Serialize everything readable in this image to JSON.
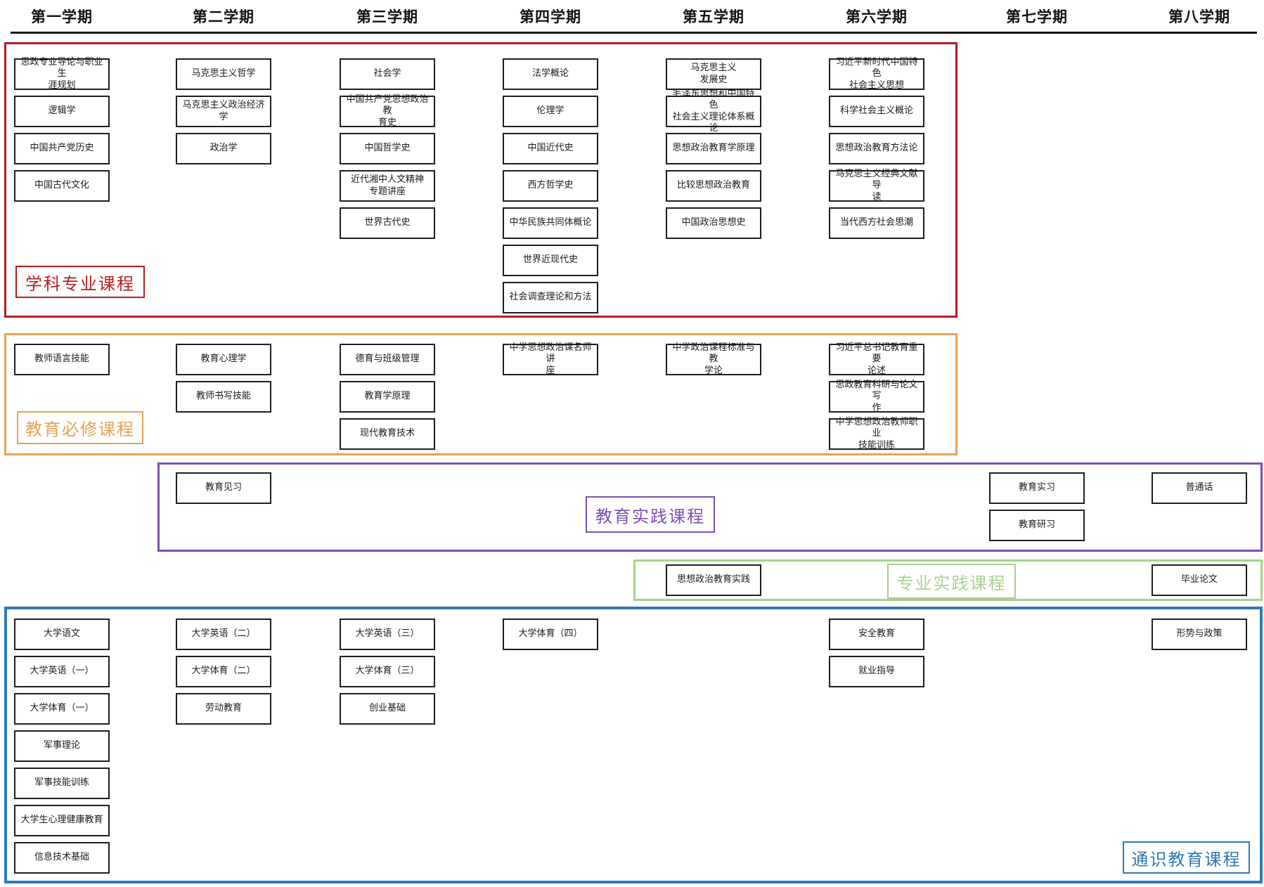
{
  "header": {
    "semesters": [
      "第一学期",
      "第二学期",
      "第三学期",
      "第四学期",
      "第五学期",
      "第六学期",
      "第七学期",
      "第八学期"
    ]
  },
  "sections": [
    {
      "id": "subject-major",
      "label": "学科专业课程",
      "color": "#B21F1F",
      "courses": [
        {
          "col": 1,
          "row": 1,
          "title": "思政专业导论与职业生\n涯规划"
        },
        {
          "col": 1,
          "row": 2,
          "title": "逻辑学"
        },
        {
          "col": 1,
          "row": 3,
          "title": "中国共产党历史"
        },
        {
          "col": 1,
          "row": 4,
          "title": "中国古代文化"
        },
        {
          "col": 2,
          "row": 1,
          "title": "马克思主义哲学"
        },
        {
          "col": 2,
          "row": 2,
          "title": "马克思主义政治经济学"
        },
        {
          "col": 2,
          "row": 3,
          "title": "政治学"
        },
        {
          "col": 3,
          "row": 1,
          "title": "社会学"
        },
        {
          "col": 3,
          "row": 2,
          "title": "中国共产党思想政治教\n育史"
        },
        {
          "col": 3,
          "row": 3,
          "title": "中国哲学史"
        },
        {
          "col": 3,
          "row": 4,
          "title": "近代湘中人文精神\n专题讲座"
        },
        {
          "col": 3,
          "row": 5,
          "title": "世界古代史"
        },
        {
          "col": 4,
          "row": 1,
          "title": "法学概论"
        },
        {
          "col": 4,
          "row": 2,
          "title": "伦理学"
        },
        {
          "col": 4,
          "row": 3,
          "title": "中国近代史"
        },
        {
          "col": 4,
          "row": 4,
          "title": "西方哲学史"
        },
        {
          "col": 4,
          "row": 5,
          "title": "中华民族共同体概论"
        },
        {
          "col": 4,
          "row": 6,
          "title": "世界近现代史"
        },
        {
          "col": 4,
          "row": 7,
          "title": "社会调查理论和方法"
        },
        {
          "col": 5,
          "row": 1,
          "title": "马克思主义\n发展史"
        },
        {
          "col": 5,
          "row": 2,
          "title": "毛泽东思想和中国特色\n社会主义理论体系概论"
        },
        {
          "col": 5,
          "row": 3,
          "title": "思想政治教育学原理"
        },
        {
          "col": 5,
          "row": 4,
          "title": "比较思想政治教育"
        },
        {
          "col": 5,
          "row": 5,
          "title": "中国政治思想史"
        },
        {
          "col": 6,
          "row": 1,
          "title": "习近平新时代中国特色\n社会主义思想"
        },
        {
          "col": 6,
          "row": 2,
          "title": "科学社会主义概论"
        },
        {
          "col": 6,
          "row": 3,
          "title": "思想政治教育方法论"
        },
        {
          "col": 6,
          "row": 4,
          "title": "马克思主义经典文献导\n读"
        },
        {
          "col": 6,
          "row": 5,
          "title": "当代西方社会思潮"
        }
      ]
    },
    {
      "id": "edu-required",
      "label": "教育必修课程",
      "color": "#E8A254",
      "courses": [
        {
          "col": 1,
          "row": 1,
          "title": "教师语言技能"
        },
        {
          "col": 2,
          "row": 1,
          "title": "教育心理学"
        },
        {
          "col": 2,
          "row": 2,
          "title": "教师书写技能"
        },
        {
          "col": 3,
          "row": 1,
          "title": "德育与班级管理"
        },
        {
          "col": 3,
          "row": 2,
          "title": "教育学原理"
        },
        {
          "col": 3,
          "row": 3,
          "title": "现代教育技术"
        },
        {
          "col": 4,
          "row": 1,
          "title": "中学思想政治课名师讲\n座"
        },
        {
          "col": 5,
          "row": 1,
          "title": "中学政治课程标准与教\n学论"
        },
        {
          "col": 6,
          "row": 1,
          "title": "习近平总书记教育重要\n论述"
        },
        {
          "col": 6,
          "row": 2,
          "title": "思政教育科研与论文写\n作"
        },
        {
          "col": 6,
          "row": 3,
          "title": "中学思想政治教师职业\n技能训练"
        }
      ]
    },
    {
      "id": "edu-practice",
      "label": "教育实践课程",
      "color": "#7D4FB5",
      "courses": [
        {
          "col": 2,
          "row": 1,
          "title": "教育见习"
        },
        {
          "col": 7,
          "row": 1,
          "title": "教育实习"
        },
        {
          "col": 7,
          "row": 2,
          "title": "教育研习"
        },
        {
          "col": 8,
          "row": 1,
          "title": "普通话"
        }
      ]
    },
    {
      "id": "pro-practice",
      "label": "专业实践课程",
      "color": "#A9D18E",
      "courses": [
        {
          "col": 5,
          "row": 1,
          "title": "思想政治教育实践"
        },
        {
          "col": 8,
          "row": 1,
          "title": "毕业论文"
        }
      ]
    },
    {
      "id": "general-edu",
      "label": "通识教育课程",
      "color": "#2E79B5",
      "courses": [
        {
          "col": 1,
          "row": 1,
          "title": "大学语文"
        },
        {
          "col": 1,
          "row": 2,
          "title": "大学英语（一）"
        },
        {
          "col": 1,
          "row": 3,
          "title": "大学体育（一）"
        },
        {
          "col": 1,
          "row": 4,
          "title": "军事理论"
        },
        {
          "col": 1,
          "row": 5,
          "title": "军事技能训练"
        },
        {
          "col": 1,
          "row": 6,
          "title": "大学生心理健康教育"
        },
        {
          "col": 1,
          "row": 7,
          "title": "信息技术基础"
        },
        {
          "col": 2,
          "row": 1,
          "title": "大学英语（二）"
        },
        {
          "col": 2,
          "row": 2,
          "title": "大学体育（二）"
        },
        {
          "col": 2,
          "row": 3,
          "title": "劳动教育"
        },
        {
          "col": 3,
          "row": 1,
          "title": "大学英语（三）"
        },
        {
          "col": 3,
          "row": 2,
          "title": "大学体育（三）"
        },
        {
          "col": 3,
          "row": 3,
          "title": "创业基础"
        },
        {
          "col": 4,
          "row": 1,
          "title": "大学体育（四）"
        },
        {
          "col": 6,
          "row": 1,
          "title": "安全教育"
        },
        {
          "col": 6,
          "row": 2,
          "title": "就业指导"
        },
        {
          "col": 8,
          "row": 1,
          "title": "形势与政策"
        }
      ]
    }
  ]
}
